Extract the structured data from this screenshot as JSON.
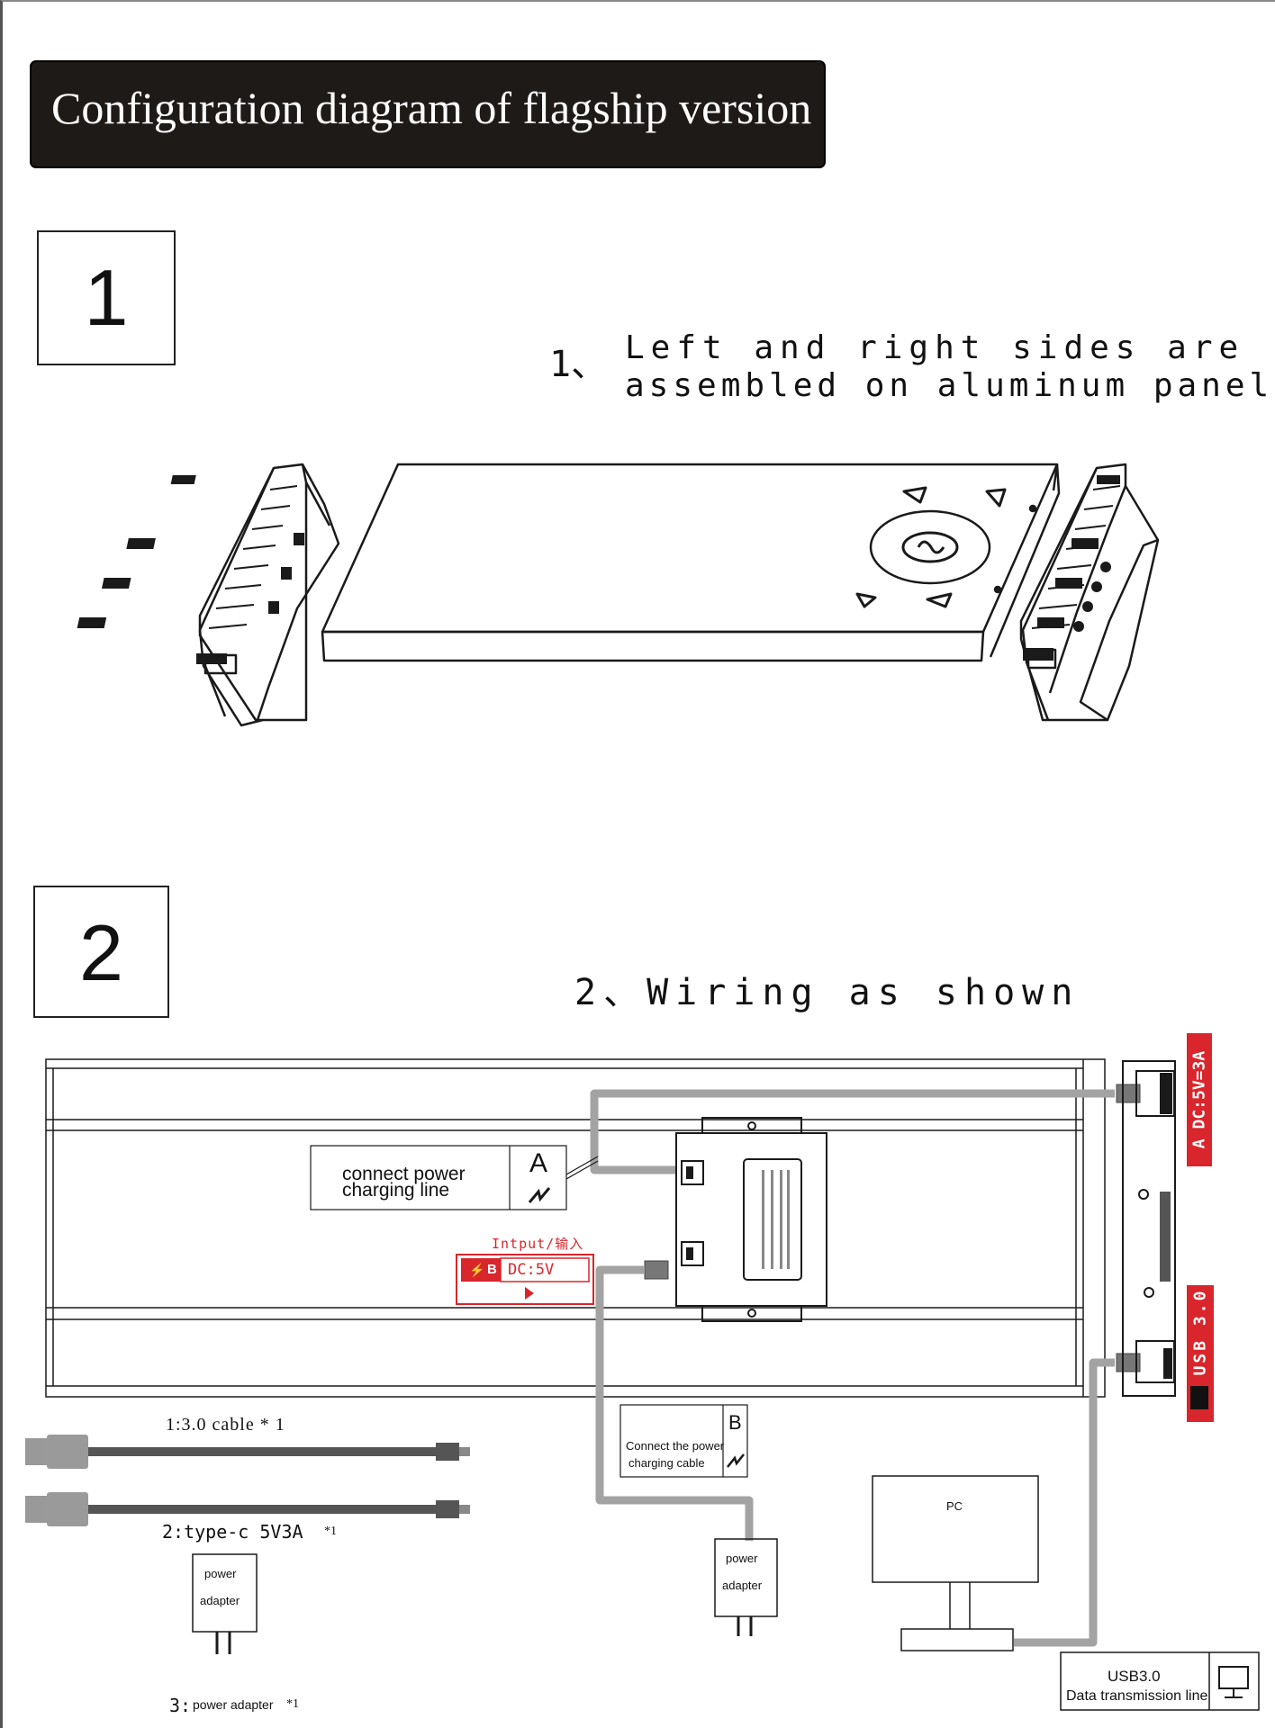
{
  "title": "Configuration diagram of flagship version",
  "step1": {
    "number": "1",
    "prefix": "1、",
    "line1": "Left and right sides are",
    "line2": "assembled on aluminum panel"
  },
  "step2": {
    "number": "2",
    "heading": "2、Wiring as shown"
  },
  "labels": {
    "callout_a_line1": "connect power",
    "callout_a_line2": "charging line",
    "callout_a_letter": "A",
    "input_label": "Intput/输入",
    "b_tag_letter": "B",
    "b_tag_value": "DC:5V",
    "side_a_tag": "A  DC:5V=3A",
    "side_usb_tag": "USB 3.0",
    "callout_b_line1": "Connect the power",
    "callout_b_line2": "charging cable",
    "callout_b_letter": "B",
    "pc": "PC",
    "adapter_right_line1": "power",
    "adapter_right_line2": "adapter",
    "adapter_left_line1": "power",
    "adapter_left_line2": "adapter",
    "usb_box_line1": "USB3.0",
    "usb_box_line2": "Data transmission line"
  },
  "accessories": {
    "item1": "1:3.0 cable * 1",
    "item2": "2:type-c 5V3A",
    "item2_qty": "*1",
    "item3": "3:",
    "item3_text": "power adapter",
    "item3_qty": "*1"
  },
  "colors": {
    "title_bg": "#1e1a17",
    "accent_red": "#d8262c",
    "cable_gray": "#a3a3a3",
    "line": "#1a1a1a"
  }
}
